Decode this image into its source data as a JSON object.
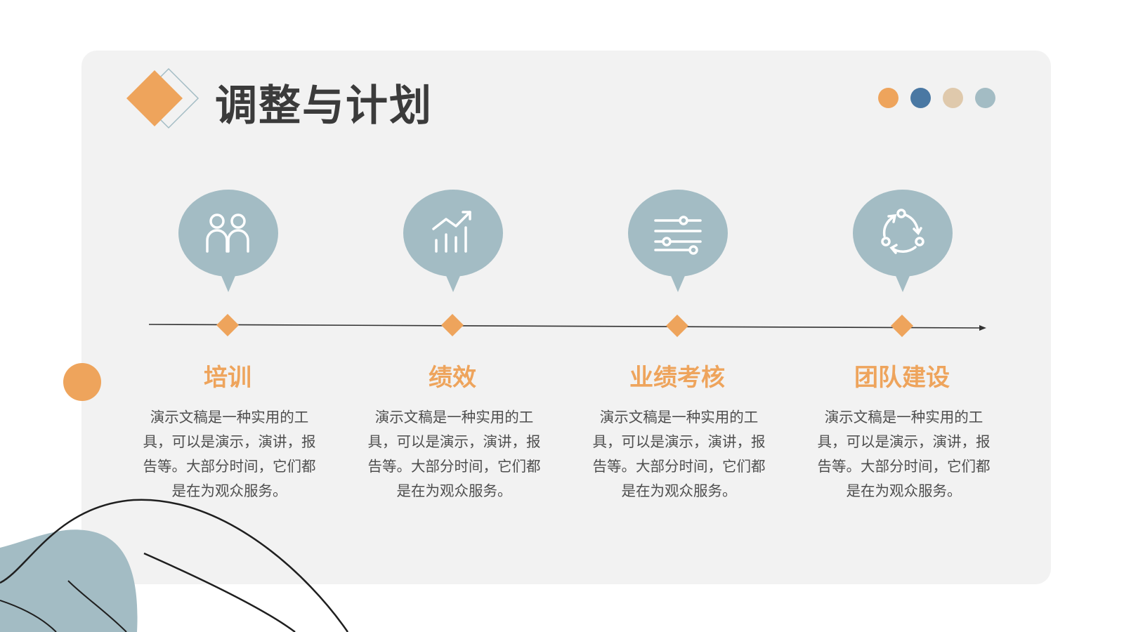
{
  "title": "调整与计划",
  "palette": {
    "orange": "#eea45c",
    "blue": "#4a78a3",
    "beige": "#dfc9ac",
    "gray_blue": "#a3bcc4",
    "dark": "#3b3b3b"
  },
  "steps": [
    {
      "title": "培训",
      "icon": "people-icon",
      "desc": "演示文稿是一种实用的工具，可以是演示，演讲，报告等。大部分时间，它们都是在为观众服务。"
    },
    {
      "title": "绩效",
      "icon": "bar-chart-trend-icon",
      "desc": "演示文稿是一种实用的工具，可以是演示，演讲，报告等。大部分时间，它们都是在为观众服务。"
    },
    {
      "title": "业绩考核",
      "icon": "sliders-icon",
      "desc": "演示文稿是一种实用的工具，可以是演示，演讲，报告等。大部分时间，它们都是在为观众服务。"
    },
    {
      "title": "团队建设",
      "icon": "cycle-network-icon",
      "desc": "演示文稿是一种实用的工具，可以是演示，演讲，报告等。大部分时间，它们都是在为观众服务。"
    }
  ]
}
